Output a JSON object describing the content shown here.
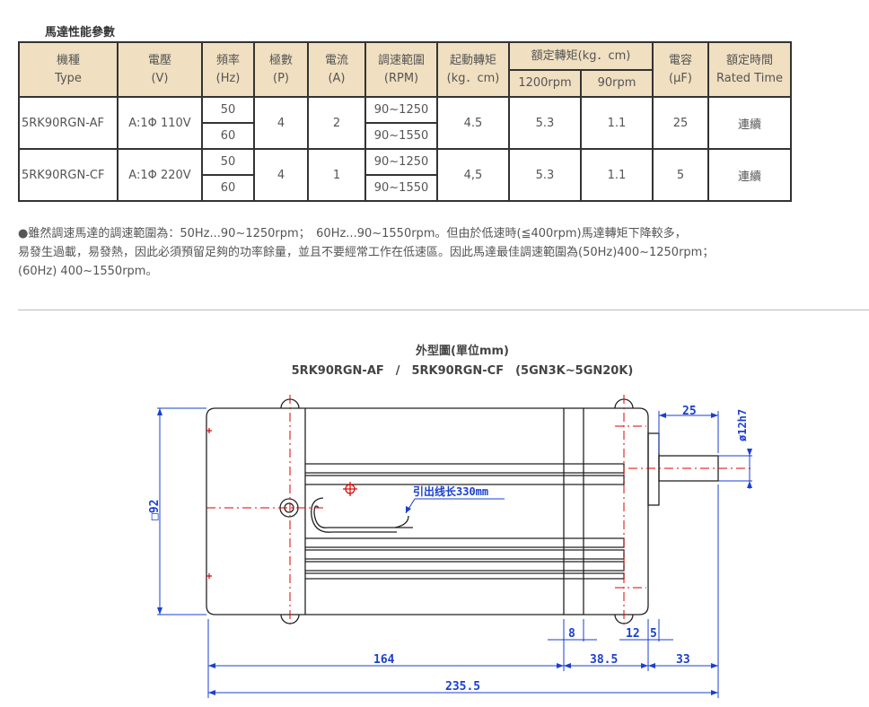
{
  "section_title": "馬達性能參數",
  "table": {
    "headers": {
      "type": [
        "機種",
        "Type"
      ],
      "voltage": [
        "電壓",
        "(V)"
      ],
      "freq": [
        "頻率",
        "(Hz)"
      ],
      "poles": [
        "極數",
        "(P)"
      ],
      "current": [
        "電流",
        "(A)"
      ],
      "range": [
        "調速範圍",
        "(RPM)"
      ],
      "start_torque": [
        "起動轉矩",
        "(kg．cm)"
      ],
      "rated_torque": "額定轉矩(kg．cm)",
      "rt_1200": "1200rpm",
      "rt_90": "90rpm",
      "capacitor": [
        "電容",
        "(μF)"
      ],
      "rated_time": [
        "額定時間",
        "Rated Time"
      ]
    },
    "rows": [
      {
        "type": "5RK90RGN-AF",
        "voltage": "A:1Φ 110V",
        "freq": [
          "50",
          "60"
        ],
        "poles": "4",
        "current": "2",
        "range": [
          "90~1250",
          "90~1550"
        ],
        "start_torque": "4.5",
        "rt_1200": "5.3",
        "rt_90": "1.1",
        "capacitor": "25",
        "rated_time": "連續"
      },
      {
        "type": "5RK90RGN-CF",
        "voltage": "A:1Φ 220V",
        "freq": [
          "50",
          "60"
        ],
        "poles": "4",
        "current": "1",
        "range": [
          "90~1250",
          "90~1550"
        ],
        "start_torque": "4,5",
        "rt_1200": "5.3",
        "rt_90": "1.1",
        "capacitor": "5",
        "rated_time": "連續"
      }
    ]
  },
  "note": {
    "line1": "●雖然調速馬達的調速範圍為：50Hz...90~1250rpm；　60Hz...90~1550rpm。但由於低速時(≦400rpm)馬達轉矩下降較多，",
    "line2": "易發生過載，易發熱，因此必須預留足夠的功率餘量，並且不要經常工作在低速區。因此馬達最佳調速範圍為(50Hz)400~1250rpm；",
    "line3": "(60Hz) 400~1550rpm。"
  },
  "figure": {
    "title": "外型圖(單位mm)",
    "subtitle": "5RK90RGN-AF　/　5RK90RGN-CF　(5GN3K~5GN20K)",
    "lead_label": "引出线长330mm",
    "dims": {
      "square": "□92",
      "shaft_len": "25",
      "shaft_dia": "ø12h7",
      "d8": "8",
      "d12": "12",
      "d5": "5",
      "d164": "164",
      "d38": "38.5",
      "d33": "33",
      "total": "235.5"
    }
  }
}
